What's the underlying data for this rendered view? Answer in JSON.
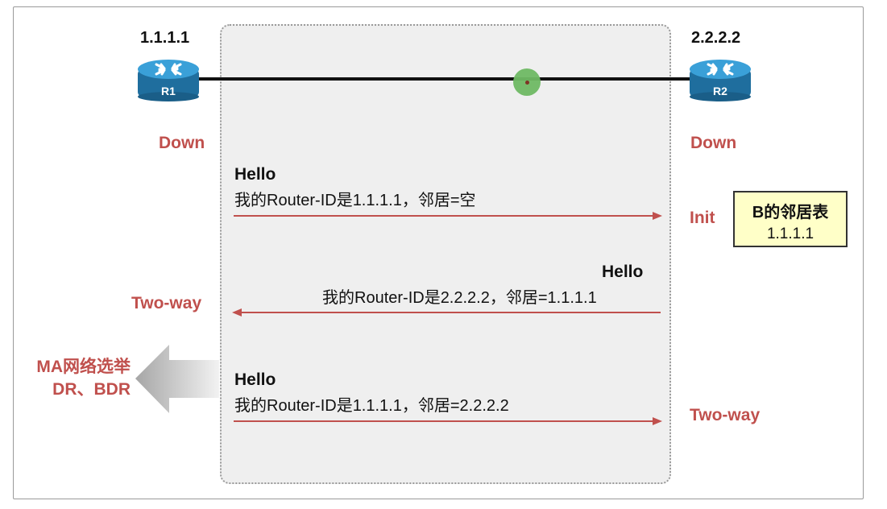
{
  "router1": {
    "id": "1.1.1.1",
    "label": "R1"
  },
  "router2": {
    "id": "2.2.2.2",
    "label": "R2"
  },
  "states": {
    "r1_initial": "Down",
    "r2_initial": "Down",
    "r2_after_hello1": "Init",
    "r1_after_hello2": "Two-way",
    "r2_after_hello3": "Two-way"
  },
  "messages": [
    {
      "title": "Hello",
      "body": "我的Router-ID是1.1.1.1，邻居=空",
      "direction": "to-R2"
    },
    {
      "title": "Hello",
      "body": "我的Router-ID是2.2.2.2，邻居=1.1.1.1",
      "direction": "to-R1"
    },
    {
      "title": "Hello",
      "body": "我的Router-ID是1.1.1.1，邻居=2.2.2.2",
      "direction": "to-R2"
    }
  ],
  "neighbor_table": {
    "title": "B的邻居表",
    "entry": "1.1.1.1"
  },
  "election": {
    "line1": "MA网络选举",
    "line2": "DR、BDR"
  },
  "colors": {
    "state": "#c0504d",
    "arrow": "#c0504d",
    "router": "#2f8fc8",
    "panel": "#efefef",
    "table": "#ffffc8",
    "link_dot": "#6fba64"
  }
}
